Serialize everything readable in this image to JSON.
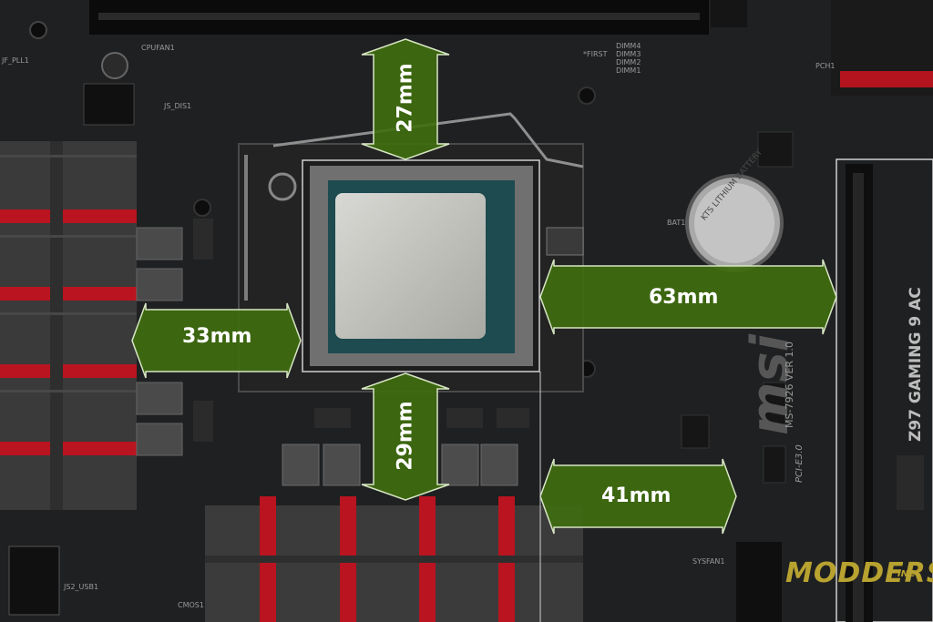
{
  "measurements": {
    "top": "27mm",
    "left": "33mm",
    "right": "63mm",
    "bottom": "29mm",
    "bottom_right": "41mm"
  },
  "board": {
    "model": "Z97 GAMING 9 AC",
    "brand": "msi",
    "version": "MS-7926 VER 1.0",
    "slot_label": "PCI-E3.0"
  },
  "silkscreen": {
    "dimm": [
      "DIMM4",
      "DIMM3",
      "DIMM2",
      "DIMM1"
    ],
    "first": "*FIRST",
    "cpufan": "CPUFAN1",
    "jfpll": "JF_PLL1",
    "jsdis": "JS_DIS1",
    "pch": "PCH1",
    "bat": "BAT1",
    "sysfan": "SYSFAN1",
    "cmos": "CMOS1",
    "usb": "JS2_USB1",
    "battery": "KTS LITHIUM BATTERY"
  },
  "watermark": {
    "line1": "MODDERS",
    "line2": "INC"
  },
  "colors": {
    "arrow_fill": "#3f6e0e",
    "arrow_stroke": "#d7e6c4",
    "accent_red": "#c8202a",
    "heatsink_grey": "#3c3c3d"
  }
}
